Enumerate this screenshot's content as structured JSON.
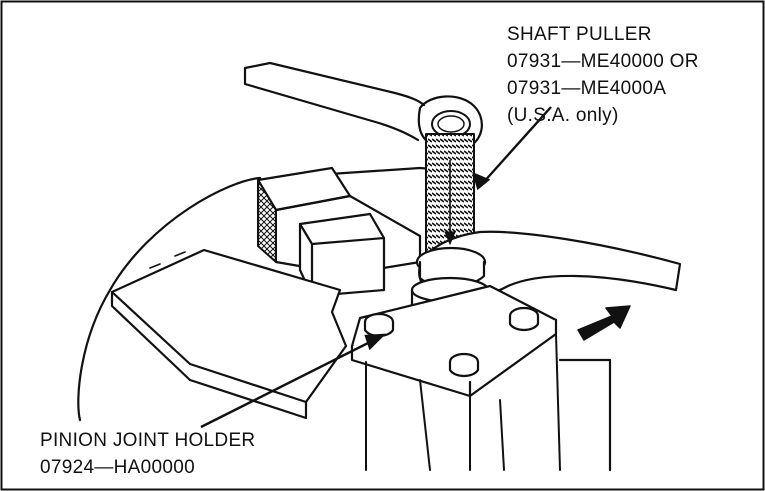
{
  "callouts": {
    "shaft_puller": {
      "line1": "SHAFT PULLER",
      "line2": "07931—ME40000 OR",
      "line3": "07931—ME4000A",
      "line4": "(U.S.A. only)"
    },
    "pinion_joint_holder": {
      "line1": "PINION JOINT HOLDER",
      "line2": "07924—HA00000"
    }
  },
  "colors": {
    "ink": "#111111",
    "paper": "#ffffff"
  }
}
